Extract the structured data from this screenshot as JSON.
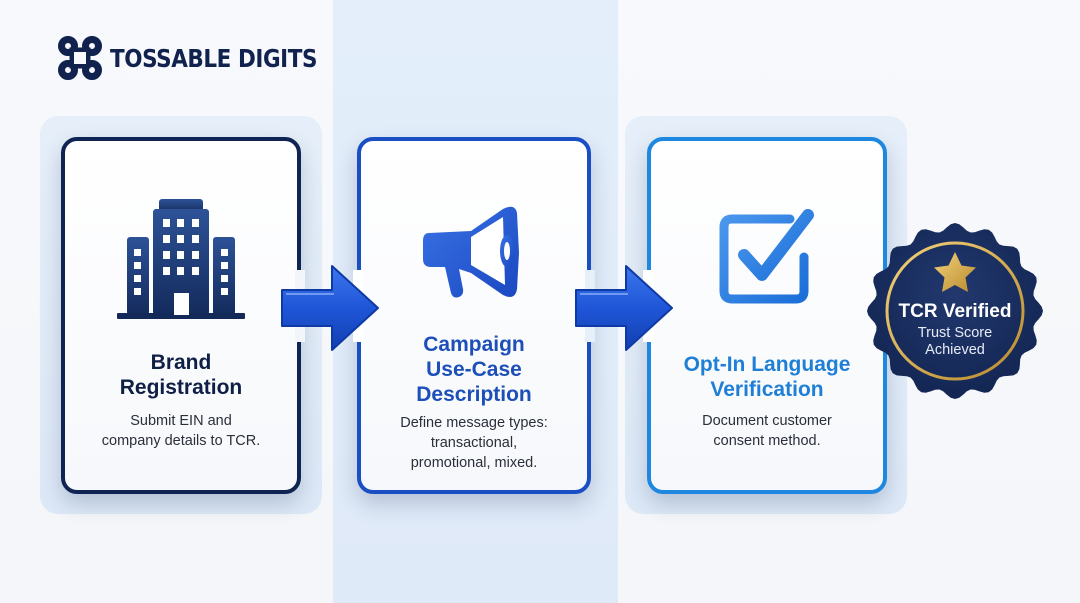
{
  "brand": {
    "logo_icon": "command-key-icon",
    "name": "TOSSABLE DIGITS"
  },
  "steps": [
    {
      "icon": "office-building-icon",
      "title_line1": "Brand",
      "title_line2": "Registration",
      "desc_line1": "Submit EIN and",
      "desc_line2": "company details to TCR.",
      "border_color": "#0f2452",
      "title_color": "#0f1f45"
    },
    {
      "icon": "megaphone-icon",
      "title_line1": "Campaign",
      "title_line2": "Use-Case",
      "title_line3": "Description",
      "desc_line1": "Define message types:",
      "desc_line2": "transactional,",
      "desc_line3": "promotional, mixed.",
      "border_color": "#1a4fc4",
      "title_color": "#1c4fb8"
    },
    {
      "icon": "checkbox-checked-icon",
      "title_line1": "Opt-In Language",
      "title_line2": "Verification",
      "desc_line1": "Document customer",
      "desc_line2": "consent method.",
      "border_color": "#1e88e0",
      "title_color": "#1f7fd6"
    }
  ],
  "connectors": [
    "arrow-right-icon",
    "arrow-right-icon"
  ],
  "badge": {
    "icon": "star-icon",
    "title": "TCR Verified",
    "line1": "Trust Score",
    "line2": "Achieved",
    "fill_color": "#15295a",
    "ring_color": "#d9b25a",
    "star_color": "#f0c24a"
  }
}
